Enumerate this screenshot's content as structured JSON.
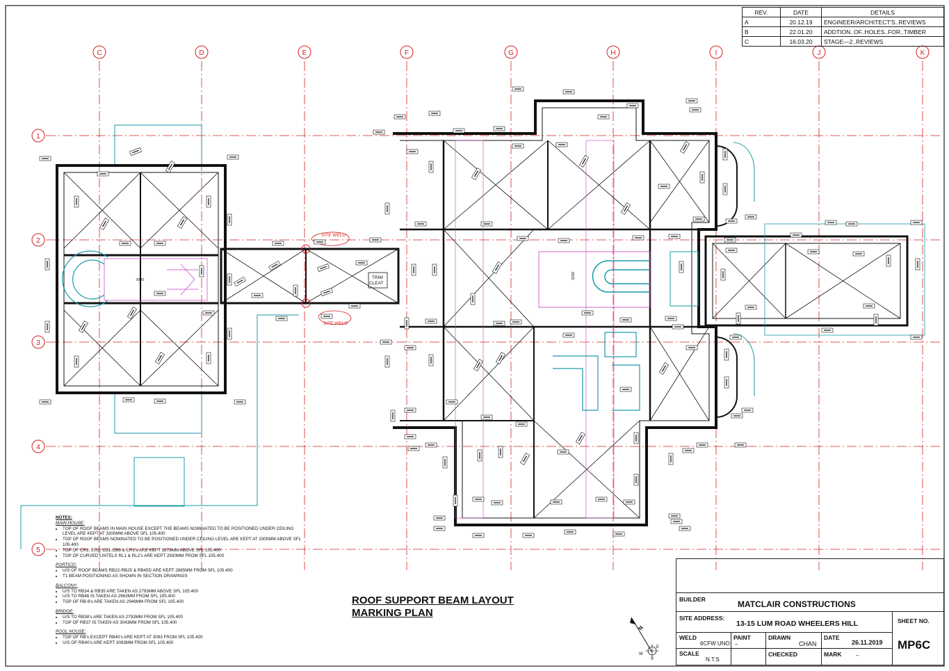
{
  "revisions": {
    "headers": [
      "REV.",
      "DATE",
      "DETAILS"
    ],
    "rows": [
      [
        "A",
        "20.12.19",
        "ENGINEER/ARCHITECT'S..REVIEWS"
      ],
      [
        "B",
        "22.01.20",
        "ADDTION..OF..HOLES..FOR..TIMBER"
      ],
      [
        "C",
        "16.03.20",
        "STAGE—2..REVIEWS"
      ]
    ]
  },
  "grid": {
    "columns": [
      "C",
      "D",
      "E",
      "F",
      "G",
      "H",
      "I",
      "J",
      "K"
    ],
    "rows": [
      "1",
      "2",
      "3",
      "4",
      "5"
    ],
    "line_color": "#d42020"
  },
  "colors": {
    "steel": "#111111",
    "cyan": "#1a9aa8",
    "magenta": "#c040c0",
    "red": "#d42020"
  },
  "plan_labels": {
    "site_weld_top": "SITE WELD",
    "site_weld_bottom": "SITE WELD",
    "trim_cleat": "TRIM\nCLEAT",
    "dim_main": "7800",
    "dim_stair": "3200"
  },
  "notes": {
    "heading": "NOTES:",
    "sections": [
      {
        "title": "MAIN HOUSE:",
        "items": [
          "TOP OF ROOF BEAMS IN MAIN HOUSE EXCEPT THE BEAMS NOMINATED TO BE POSITIONED UNDER CEILING LEVEL ARE KEPT AT 3300MM ABOVE SFL 105.400",
          "TOP OF ROOF BEAMS NOMINATED TO BE POSITIONED UNDER CEILING LEVEL ARE KEPT AT 3300MM ABOVE SFL 105.400",
          "TOP OF CR1, CR2, CB1-CB6 & CR1's ARE KEPT 3273MM ABOVE SFL 105.400",
          "TOP OF CURVED LINTELS RL1 & RL2's ARE KEPT 2930MM FROM SFL 105.400"
        ]
      },
      {
        "title": "PORTICO:",
        "items": [
          "U/S OF ROOF BEAMS RB22-RB25 & RB45D ARE KEPT 2885MM FROM SFL 105.400",
          "T1 BEAM POSITIONING AS SHOWN IN SECTION DRAWINGS"
        ]
      },
      {
        "title": "BALCONY:",
        "items": [
          "U/S TO RB34 & RB35 ARE TAKEN AS 2793MM ABOVE SFL 105.400",
          "U/S TO RB46 IS TAKEN AS 2963MM FROM SFL 105.400",
          "TOP OF RB-9's ARE TAKEN AS 2949MM FROM SFL 105.400"
        ]
      },
      {
        "title": "BRIDGE:",
        "items": [
          "U/S TO RB38's ARE TAKEN AS 2793MM FROM SFL 105.400",
          "TOP OF RB37 IS TAKEN AS 3043MM FROM SFL 105.400"
        ]
      },
      {
        "title": "POOL HOUSE:",
        "items": [
          "TOP OF RB's EXCEPT RB40's ARE KEPT AT 3093 FROM SFL 105.400",
          "U/S OF RB40's ARE KEPT 3093MM FROM SFL 105.400"
        ]
      }
    ]
  },
  "title": {
    "line1": "ROOF SUPPORT BEAM LAYOUT",
    "line2": "MARKING PLAN"
  },
  "title_block": {
    "builder_label": "BUILDER",
    "builder": "MATCLAIR CONSTRUCTIONS",
    "site_label": "SITE ADDRESS:",
    "site": "13-15 LUM ROAD WHEELERS HILL",
    "sheet_label": "SHEET NO.",
    "sheet": "MP6C",
    "weld_label": "WELD",
    "weld": "6CFW UNO",
    "paint_label": "PAINT",
    "paint": "–",
    "drawn_label": "DRAWN",
    "drawn": "CHAN",
    "date_label": "DATE",
    "date": "26.11.2019",
    "scale_label": "SCALE",
    "scale": "N.T.S",
    "checked_label": "CHECKED",
    "mark_label": "MARK",
    "mark": "–"
  },
  "north": {
    "letter": "N",
    "compass": [
      "W",
      "S",
      "E"
    ]
  }
}
